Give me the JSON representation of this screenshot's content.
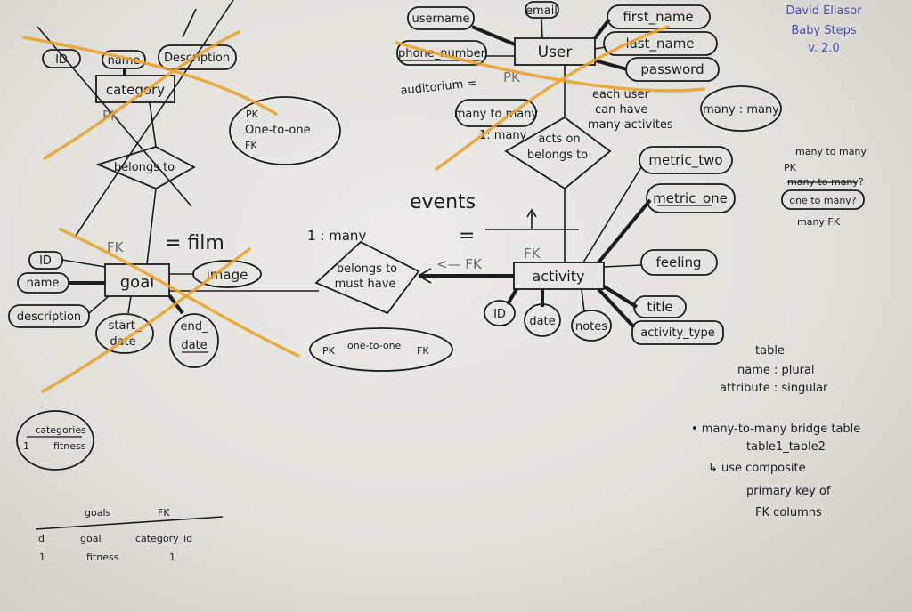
{
  "signature": {
    "author": "David Eliasor",
    "project": "Baby Steps",
    "version": "v. 2.0"
  },
  "entities": {
    "category": {
      "label": "category",
      "attributes": [
        "ID",
        "name",
        "Description"
      ],
      "fk_note": "PK"
    },
    "goal": {
      "label": "goal",
      "attributes": [
        "ID",
        "name",
        "description",
        "start_",
        "date",
        "end_",
        "date",
        "image"
      ],
      "fk_note": "FK",
      "alias": "= film"
    },
    "user": {
      "label": "User",
      "attributes": [
        "username",
        "email",
        "first_name",
        "last_name",
        "password",
        "phone_number"
      ],
      "fk_note": "PK"
    },
    "activity": {
      "label": "activity",
      "attributes": [
        "ID",
        "date",
        "notes",
        "feeling",
        "title",
        "activity_type",
        "metric_two",
        "metric_one"
      ],
      "fk_note": "FK"
    }
  },
  "relationships": {
    "category_goal": "belongs to",
    "goal_activity": [
      "belongs to",
      "must have"
    ],
    "user_activity": [
      "acts on",
      "belongs to"
    ]
  },
  "annotations": {
    "category_bubble": [
      "PK",
      "One-to-one",
      "FK"
    ],
    "goal_bubble": [
      "PK",
      "one-to-one",
      "FK"
    ],
    "one_many": "1 : many",
    "auditorium": "auditorium =",
    "many_to_many_bubble": "many to many",
    "one_to_many_small": "1: many",
    "each_user": [
      "each user",
      "can have",
      "many activites"
    ],
    "many_many_bubble": "many : many",
    "events": "events",
    "events_eq": "=",
    "arrow_fk": "<— FK",
    "activity_fk": "FK"
  },
  "right_notes": {
    "many_to_many": "many to many",
    "pk": "PK",
    "struck": "many to many?",
    "one_to_many": "one to many?",
    "many_fk": "many FK"
  },
  "table_notes": [
    "table",
    "name : plural",
    "attribute : singular",
    "• many-to-many bridge table",
    "table1_table2",
    "↳ use composite",
    "primary key of",
    "FK columns"
  ],
  "categories_bubble": {
    "header": "categories",
    "row_id": "1",
    "row_value": "fitness"
  },
  "goals_table": {
    "title": "goals",
    "fk_label": "FK",
    "columns": [
      "id",
      "goal",
      "category_id"
    ],
    "rows": [
      [
        "1",
        "fitness",
        "1"
      ]
    ]
  }
}
